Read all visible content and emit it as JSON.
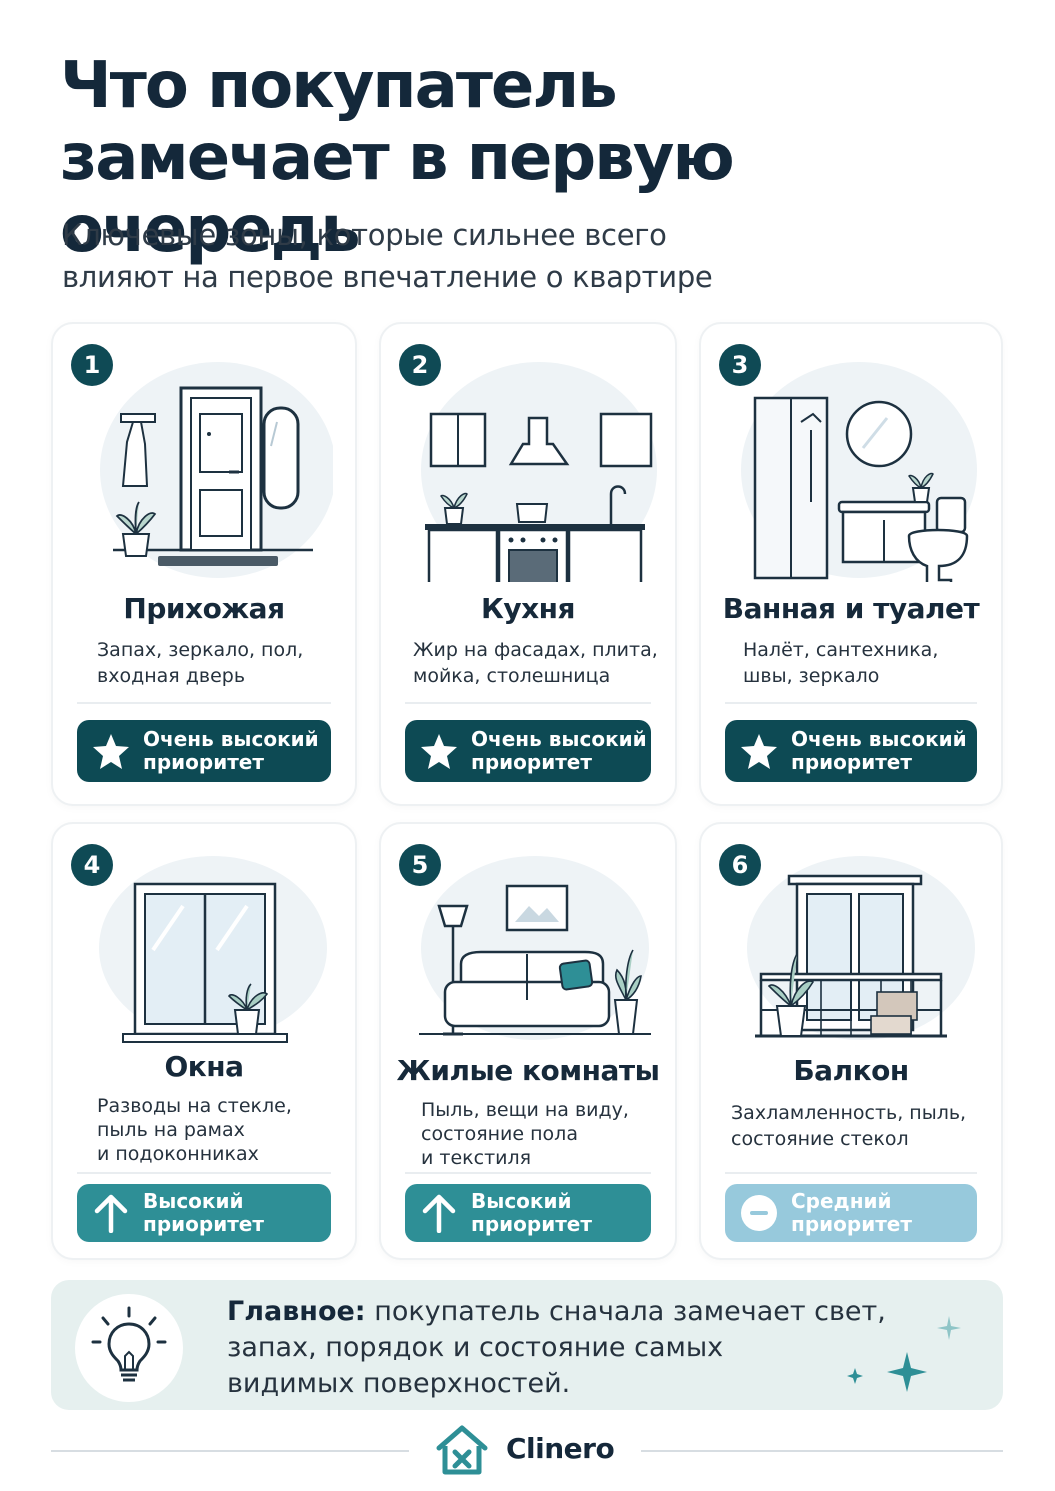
{
  "header": {
    "title_line1": "Что покупатель",
    "title_line2": "замечает в первую очередь",
    "subtitle_line1": "Ключевые зоны, которые сильнее всего",
    "subtitle_line2": "влияют на первое впечатление о квартире"
  },
  "cards": [
    {
      "number": "1",
      "icon": "hallway-door-icon",
      "title": "Прихожая",
      "desc": [
        "Запах, зеркало, пол,",
        "входная дверь"
      ],
      "priority": [
        "Очень высокий",
        "приоритет"
      ],
      "priority_icon": "star-icon"
    },
    {
      "number": "2",
      "icon": "kitchen-icon",
      "title": "Кухня",
      "desc": [
        "Жир на фасадах, плита,",
        "мойка, столешница"
      ],
      "priority": [
        "Очень высокий",
        "приоритет"
      ],
      "priority_icon": "star-icon"
    },
    {
      "number": "3",
      "icon": "bathroom-icon",
      "title": "Ванная и туалет",
      "desc": [
        "Налёт, сантехника,",
        "швы, зеркало"
      ],
      "priority": [
        "Очень высокий",
        "приоритет"
      ],
      "priority_icon": "star-icon"
    },
    {
      "number": "4",
      "icon": "window-icon",
      "title": "Окна",
      "desc": [
        "Разводы на стекле,",
        "пыль на рамах",
        "и подоконниках"
      ],
      "priority": [
        "Высокий",
        "приоритет"
      ],
      "priority_icon": "arrow-up-icon"
    },
    {
      "number": "5",
      "icon": "living-room-icon",
      "title": "Жилые комнаты",
      "desc": [
        "Пыль, вещи на виду,",
        "состояние пола",
        "и текстиля"
      ],
      "priority": [
        "Высокий",
        "приоритет"
      ],
      "priority_icon": "arrow-up-icon"
    },
    {
      "number": "6",
      "icon": "balcony-icon",
      "title": "Балкон",
      "desc": [
        "Захламленность, пыль,",
        "состояние стекол"
      ],
      "priority": [
        "Средний",
        "приоритет"
      ],
      "priority_icon": "minus-circle-icon"
    }
  ],
  "tip": {
    "lead": "Главное:",
    "line1": " покупатель сначала замечает свет,",
    "line2": "запах, порядок и состояние самых",
    "line3": "видимых поверхностей."
  },
  "footer": {
    "brand": "Clinero"
  },
  "colors": {
    "dark_teal": "#0d4a54",
    "teal": "#2e8f96",
    "light_blue": "#97c9dc",
    "tip_bg": "#e6f0ef"
  }
}
